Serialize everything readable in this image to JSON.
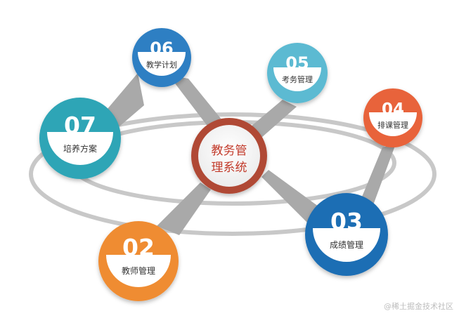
{
  "center": {
    "line1": "教务管",
    "line2": "理系统",
    "text_color": "#c23a2a",
    "ring_color": "#b04a35"
  },
  "nodes": [
    {
      "id": "node-06",
      "number": "06",
      "label": "教学计划",
      "color": "#2e7fc3",
      "size": "small"
    },
    {
      "id": "node-05",
      "number": "05",
      "label": "考务管理",
      "color": "#5bbad2",
      "size": "small"
    },
    {
      "id": "node-04",
      "number": "04",
      "label": "排课管理",
      "color": "#e8643a",
      "size": "small"
    },
    {
      "id": "node-07",
      "number": "07",
      "label": "培养方案",
      "color": "#2fa5b6",
      "size": "large"
    },
    {
      "id": "node-02",
      "number": "02",
      "label": "教师管理",
      "color": "#ef8c31",
      "size": "large"
    },
    {
      "id": "node-03",
      "number": "03",
      "label": "成绩管理",
      "color": "#1c6eb4",
      "size": "large"
    }
  ],
  "watermark": "@稀土掘金技术社区",
  "colors": {
    "orbit": "#c8c8c8",
    "connector": "#a9a9a9",
    "number_text": "#ffffff",
    "label_text": "#333333"
  }
}
